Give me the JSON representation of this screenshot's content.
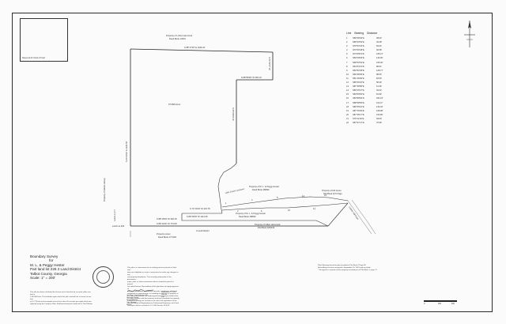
{
  "recorder_box": {
    "label": "Reserved for Clerk of Court"
  },
  "title_block": {
    "line1": "Boundary Survey",
    "line2": "for",
    "line3": "M. L. & Peggy Hester",
    "line4": "Part land lot 226  2 Land District",
    "line5": "Talbot County, Georgia",
    "line6": "Scale: 1\" = 200'"
  },
  "notes": {
    "line1": "This plat has been calculated for closure and is found to be accurate within one foot in",
    "line2": "1,243,854 feet. The field data upon which this plat is based has a closure of one foot",
    "line3": "in 10,775 feet and an angular error of less than 05 seconds per angle which was",
    "line4": "adjusted using the Compass Rule. Field measurements made with a Total Station."
  },
  "seal": {},
  "certification": {
    "lines": [
      "This plat is a retracement of an existing parcel or parcels of land and",
      "does not subdivide or create a new parcel or make any changes to any",
      "real property boundaries. The recording information of the documents,",
      "maps, plats, or other instruments which created the parcel or parcels",
      "are stated hereon. Recordation of this plat does not imply approval of",
      "any local jurisdiction, availability of permits, compliance with local",
      "regulations or requirements, or suitability for any use or purpose of",
      "the land. Furthermore, the undersigned land surveyor certifies that",
      "this plat complies with the minimum technical standards for property",
      "surveys in Georgia as set forth in the rules and regulations of the",
      "Georgia Board of Registration for Professional Engineers and Land",
      "Surveyors and as set forth in O.C.G.A. Section 15-6-67."
    ]
  },
  "signature": {
    "line1": "Ga. Reg. Land Surveyor No.",
    "line2": "Surveyor Name",
    "line3": "Street Address",
    "line4": "City, Georgia",
    "line5": "Phone"
  },
  "sig_date": {
    "line1": "September 2, 2010",
    "line2": "Job No.",
    "line3": "Plat"
  },
  "ref_notes": {
    "line1": "Plats/ Bearings based on plat recorded in Plat Book J Page 99.",
    "line2": "No building has been reviewed in September 16, 2010 and recorded.",
    "line3": "* Surveyed as a portion of this property recorded part of Plat Book J, page 71."
  },
  "line_table": {
    "header": [
      "Line",
      "Bearing",
      "Distance"
    ],
    "rows": [
      [
        "1",
        "N86°48'40\"E",
        "38.03'"
      ],
      [
        "2",
        "N80°43'53\"E",
        "49.48'"
      ],
      [
        "3",
        "N78°32'03\"E",
        "69.64'"
      ],
      [
        "4",
        "N70°46'48\"E",
        "48.38'"
      ],
      [
        "5",
        "N73°05'19\"E",
        "165.47'"
      ],
      [
        "6",
        "N69°18'06\"E",
        "130.06'"
      ],
      [
        "7",
        "N68°40'54\"E",
        "106.30'"
      ],
      [
        "8",
        "N64°31'19\"E",
        "88.61'"
      ],
      [
        "9",
        "N60°52'08\"E",
        "128.77'"
      ],
      [
        "10",
        "S59°48'09\"E",
        "88.06'"
      ],
      [
        "11",
        "S51°49'09\"E",
        "82.50'"
      ],
      [
        "12",
        "S86°06'32\"E",
        "58.49'"
      ],
      [
        "13",
        "S87°38'58\"E",
        "61.36'"
      ],
      [
        "14",
        "N86°15'07\"E",
        "46.02'"
      ],
      [
        "15",
        "N83°06'50\"E",
        "81.92'"
      ],
      [
        "16",
        "N84°58'00\"E",
        "181.18'"
      ],
      [
        "17",
        "N88°38'55\"E",
        "110.17'"
      ],
      [
        "18",
        "S89°45'22\"E",
        "133.46'"
      ],
      [
        "19",
        "S87°15'09\"E",
        "108.98'"
      ],
      [
        "20",
        "S87°35'17\"E",
        "152.86'"
      ],
      [
        "21",
        "S76°11'46\"E",
        "99.09'"
      ],
      [
        "22",
        "N87°27'27\"E",
        "75.95'"
      ]
    ]
  },
  "plat_labels": {
    "north_owner": "Property of Luther Hammock",
    "north_owner_ref": "Deed Book 1/9/32",
    "top_call": "S 88°17'09\" E 1025.10'",
    "east_upper_call": "S 01°52'07\" W",
    "step_call": "N 88°58'00\" W 365.10'",
    "acreage": "97.658 Acres",
    "east_lower_call": "S 05°56'03\" W",
    "west_call": "N 00°20'10\" E 1161.50'",
    "west_owner": "Property of Malvin Harvey",
    "hester_north": "Property of M. L. & Peggy Hester",
    "hester_north_ref": "Deed Book 488/90",
    "creek": "Little Creek Lexeland",
    "mid_call": "S 71°20'10\" W 143.76'",
    "hester_south": "Property of M. L. & Peggy Hester",
    "hester_south_ref": "Deed Book 488/90",
    "jones_owner": "Property of Hill Jones",
    "jones_ref": "Plat Book 4/72 Page",
    "lower_call_1": "S 89°44'59\" W 1114.36'",
    "lower_call_2": "S 88°15'09\" W 303.15'",
    "lower_call_3": "S 89°14'46\" W 773.06'",
    "hamen_owner": "Property of Lillian Hammock",
    "hamen_ref": "Plat Book 400/432",
    "land_district": "2 Land District",
    "land_lot_left": "Land Lot 226",
    "land_lot_top_left": "Land Lot 177",
    "bottom_owner": "Property owner",
    "bottom_owner_ref": "Deed Book 177/193",
    "road": "Golden Hill Road"
  },
  "scale": {
    "labels": [
      "0",
      "200",
      "400"
    ]
  }
}
